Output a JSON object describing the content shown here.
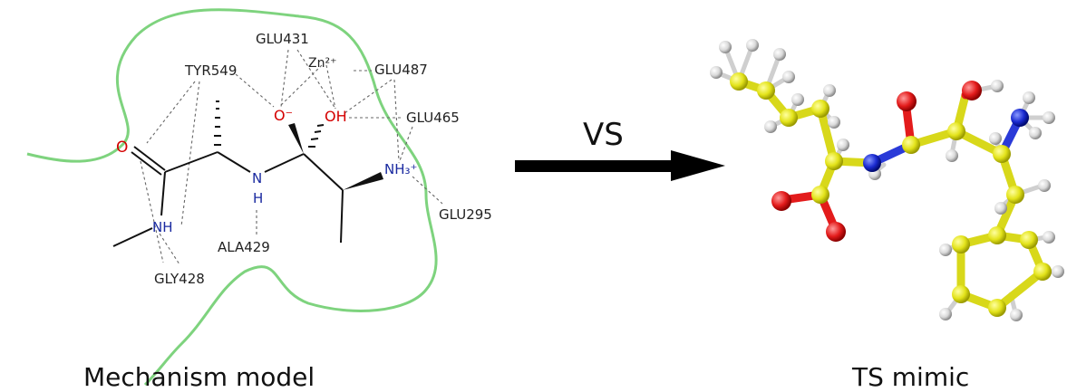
{
  "colors": {
    "pocket_outline": "#7ed37e",
    "carbon": "#e3e31a",
    "oxygen": "#e31b1b",
    "nitrogen": "#1a2ad0",
    "hydrogen": "#d9d9d9",
    "heteroatom_red_label": "#d40000",
    "heteroatom_blue_label": "#1a2aa0"
  },
  "left_panel": {
    "caption": "Mechanism model",
    "residues": {
      "glu431": "GLU431",
      "tyr549": "TYR549",
      "zn": "Zn²⁺",
      "glu487": "GLU487",
      "glu465": "GLU465",
      "glu295": "GLU295",
      "ala429": "ALA429",
      "gly428": "GLY428"
    },
    "atoms": {
      "carbonyl_o": "O",
      "o_minus": "O⁻",
      "oh": "OH",
      "amide_nh_n": "N",
      "amide_nh_h": "H",
      "nh3": "NH₃⁺",
      "nh": "NH"
    }
  },
  "center": {
    "label": "VS",
    "arrow_icon": "right-arrow-icon"
  },
  "right_panel": {
    "caption": "TS mimic",
    "model_icon": "ball-and-stick-molecule"
  }
}
